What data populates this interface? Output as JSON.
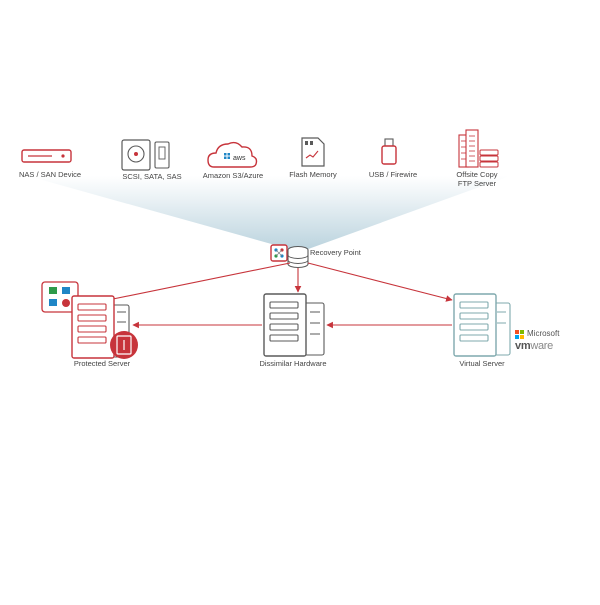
{
  "colors": {
    "accent": "#c7343b",
    "device_stroke": "#5a5a5a",
    "virtual_stroke": "#7fa9ad",
    "fan_light": "#c9dde6"
  },
  "storage_targets": [
    {
      "label": "NAS / SAN Device",
      "icon": "nas-device-icon"
    },
    {
      "label": "SCSI, SATA, SAS",
      "icon": "hard-drive-icon"
    },
    {
      "label": "Amazon S3/Azure",
      "icon": "cloud-aws-icon"
    },
    {
      "label": "Flash Memory",
      "icon": "flash-memory-icon"
    },
    {
      "label": "USB / Firewire",
      "icon": "usb-drive-icon"
    },
    {
      "label": "Offsite Copy",
      "label2": "FTP Server",
      "icon": "offsite-building-icon"
    }
  ],
  "hub": {
    "label": "Recovery Point",
    "icon": "recovery-point-icon"
  },
  "servers": {
    "protected": {
      "label": "Protected Server"
    },
    "dissimilar": {
      "label": "Dissimilar Hardware"
    },
    "virtual": {
      "label": "Virtual Server"
    }
  },
  "vendors": {
    "microsoft": "Microsoft",
    "vmware_a": "vm",
    "vmware_b": "ware"
  },
  "aws_text": "aws"
}
